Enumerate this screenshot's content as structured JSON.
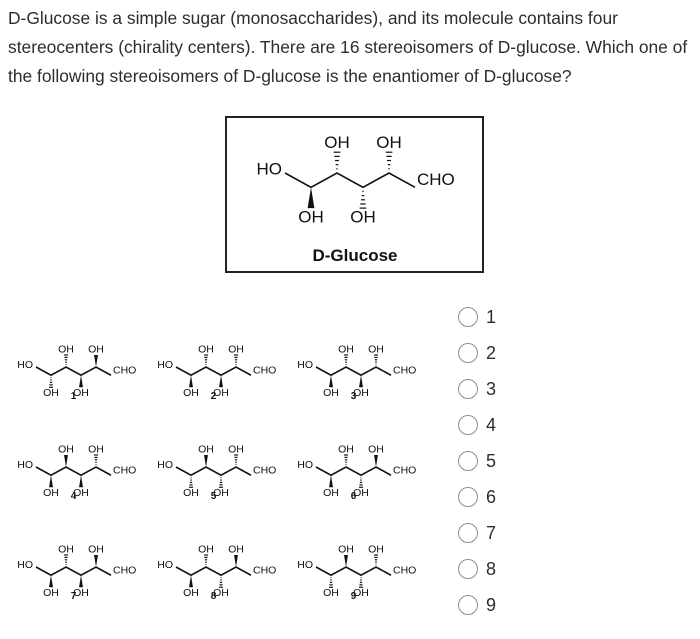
{
  "question": "D-Glucose is a simple sugar (monosaccharides), and its molecule contains four stereocenters (chirality centers). There are 16 stereoisomers of D-glucose. Which one of the following stereoisomers of D-glucose is the enantiomer of D-glucose?",
  "reference": {
    "caption": "D-Glucose",
    "labels": {
      "oh": "OH",
      "ho": "HO",
      "cho": "CHO"
    },
    "stereo": [
      "wedge",
      "hash",
      "hash",
      "hash"
    ]
  },
  "structures": [
    {
      "number": "1",
      "stereo": [
        "hash",
        "hash",
        "wedge",
        "wedge"
      ]
    },
    {
      "number": "2",
      "stereo": [
        "wedge",
        "hash",
        "wedge",
        "hash"
      ]
    },
    {
      "number": "3",
      "stereo": [
        "wedge",
        "hash",
        "wedge",
        "hash"
      ]
    },
    {
      "number": "4",
      "stereo": [
        "wedge",
        "wedge",
        "wedge",
        "hash"
      ]
    },
    {
      "number": "5",
      "stereo": [
        "hash",
        "wedge",
        "hash",
        "hash"
      ]
    },
    {
      "number": "6",
      "stereo": [
        "wedge",
        "hash",
        "hash",
        "wedge"
      ]
    },
    {
      "number": "7",
      "stereo": [
        "wedge",
        "hash",
        "wedge",
        "wedge"
      ]
    },
    {
      "number": "8",
      "stereo": [
        "wedge",
        "hash",
        "hash",
        "wedge"
      ]
    },
    {
      "number": "9",
      "stereo": [
        "hash",
        "wedge",
        "hash",
        "hash"
      ]
    }
  ],
  "options": [
    "1",
    "2",
    "3",
    "4",
    "5",
    "6",
    "7",
    "8",
    "9"
  ]
}
